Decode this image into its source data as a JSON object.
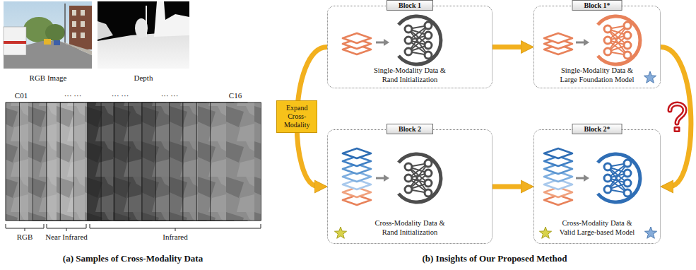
{
  "diagram": {
    "nodes": [
      {
        "text": [
          "Block 1",
          "Single-Modality Data & Rand Initialization"
        ]
      },
      {
        "text": [
          "Block 1*",
          "Single-Modality Data & Large Foundation Model"
        ]
      },
      {
        "text": [
          "Block 2",
          "Cross-Modality Data & Rand Initialization"
        ]
      },
      {
        "text": [
          "Block 2*",
          "Cross-Modality Data & Valid Large-based Model"
        ]
      }
    ],
    "edges": [
      {
        "from": 0,
        "to": 1,
        "arrow": "to"
      },
      {
        "from": 0,
        "to": 2,
        "arrow": "to",
        "label": "Expand Cross-Modality"
      },
      {
        "from": 2,
        "to": 3,
        "arrow": "to"
      },
      {
        "from": 1,
        "to": 3,
        "arrow": "to"
      }
    ],
    "labels": [
      "RGB Image",
      "Depth",
      "C01",
      "··· ···",
      "··· ···",
      "··· ···",
      "C16",
      "RGB",
      "Near Infrared",
      "Infrared",
      "(a) Samples of Cross-Modality Data",
      "(b) Insights of Our Proposed Method"
    ]
  }
}
